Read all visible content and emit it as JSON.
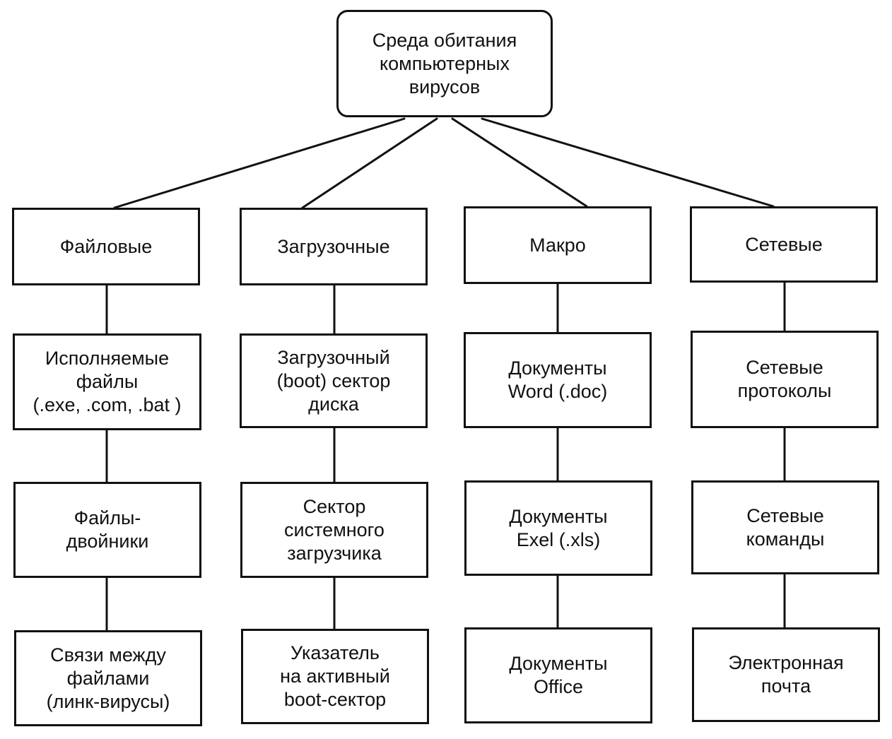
{
  "root": {
    "label": "Среда обитания\nкомпьютерных\nвирусов"
  },
  "columns": [
    {
      "label": "Файловые",
      "items": [
        "Исполняемые\nфайлы\n(.exe, .com, .bat )",
        "Файлы-\nдвойники",
        "Связи между\nфайлами\n(линк-вирусы)"
      ]
    },
    {
      "label": "Загрузочные",
      "items": [
        "Загрузочный\n(boot) сектор\nдиска",
        "Сектор\nсистемного\nзагрузчика",
        "Указатель\nна активный\nboot-сектор"
      ]
    },
    {
      "label": "Макро",
      "items": [
        "Документы\nWord (.doc)",
        "Документы\nExel (.xls)",
        "Документы\nOffice"
      ]
    },
    {
      "label": "Сетевые",
      "items": [
        "Сетевые\nпротоколы",
        "Сетевые\nкоманды",
        "Электронная\nпочта"
      ]
    }
  ]
}
